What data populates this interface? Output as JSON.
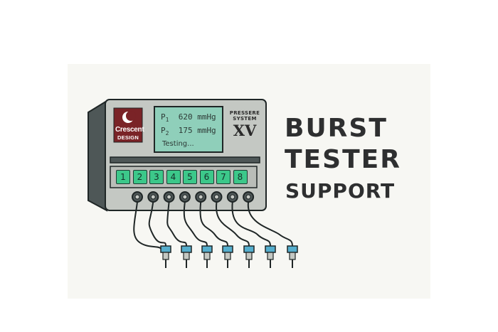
{
  "logo": {
    "brand_top": "Crescent",
    "brand_bottom": "DESIGN",
    "color": "#7a2327"
  },
  "display": {
    "p1_label": "P",
    "p1_sub": "1",
    "p1_value": "620 mmHg",
    "p2_label": "P",
    "p2_sub": "2",
    "p2_value": "175 mmHg",
    "status": "Testing..."
  },
  "system": {
    "name_line1": "PRESSERE",
    "name_line2": "SYSTEM",
    "version": "XV"
  },
  "ports": [
    "1",
    "2",
    "3",
    "4",
    "5",
    "6",
    "7",
    "8"
  ],
  "title": {
    "line1": "BURST",
    "line2": "TESTER",
    "line3": "SUPPORT"
  },
  "colors": {
    "accent_green": "#3cc88a",
    "lcd": "#8fcfba",
    "probe_tip": "#55aecd",
    "text_dark": "#2e2f30"
  }
}
